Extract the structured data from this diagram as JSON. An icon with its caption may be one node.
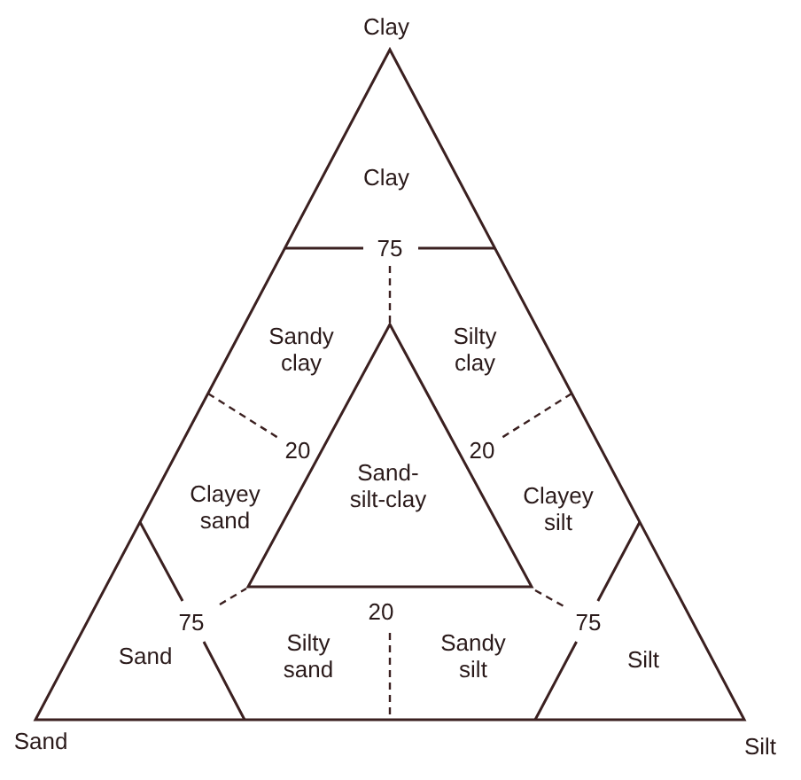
{
  "diagram": {
    "nodes": [
      {
        "text": [],
        "shape": "triangle",
        "beside": [
          "Clay",
          "Sand",
          "Silt"
        ]
      },
      {
        "text": [
          "Clay"
        ],
        "in": 0
      },
      {
        "text": [
          "Sandy clay"
        ],
        "in": 0
      },
      {
        "text": [
          "Silty clay"
        ],
        "in": 0
      },
      {
        "text": [
          "Clayey sand"
        ],
        "in": 0
      },
      {
        "text": [
          "Sand-silt-clay"
        ],
        "in": 0
      },
      {
        "text": [
          "Clayey silt"
        ],
        "in": 0
      },
      {
        "text": [
          "Sand"
        ],
        "in": 0
      },
      {
        "text": [
          "Silty sand"
        ],
        "in": 0
      },
      {
        "text": [
          "Sandy silt"
        ],
        "in": 0
      },
      {
        "text": [
          "Silt"
        ],
        "in": 0
      }
    ],
    "labels": [
      "75",
      "20",
      "20",
      "75",
      "20",
      "75"
    ]
  }
}
